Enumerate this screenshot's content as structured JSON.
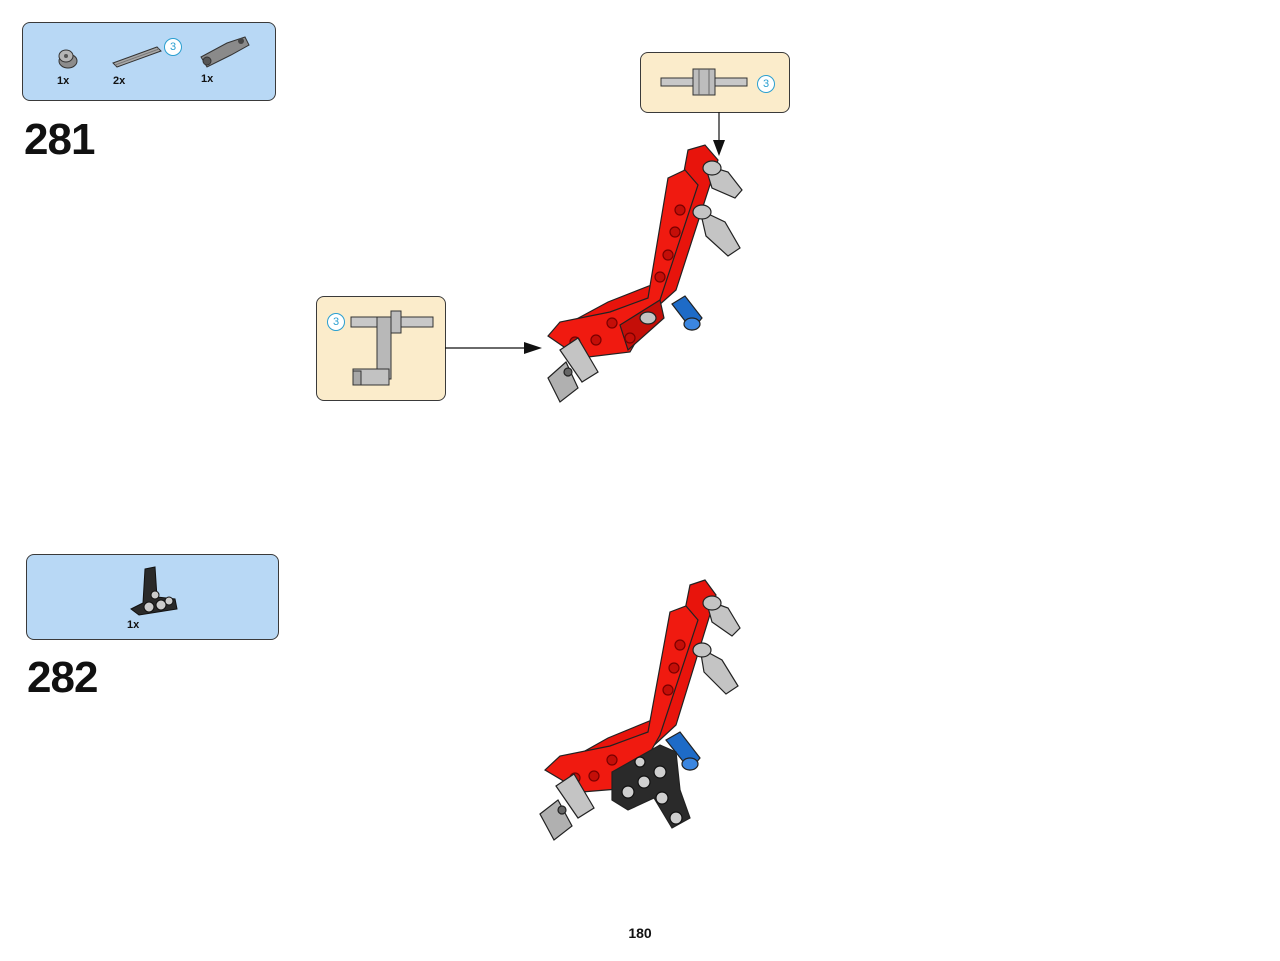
{
  "steps": [
    {
      "number": "281",
      "parts": [
        {
          "icon": "bush-icon",
          "qty": "1x",
          "color": "#9a9a9a"
        },
        {
          "icon": "axle-icon",
          "qty": "2x",
          "color": "#9a9a9a",
          "multiplier": "3"
        },
        {
          "icon": "connector-icon",
          "qty": "1x",
          "color": "#8a8a8a"
        }
      ],
      "callouts": [
        {
          "icon": "axle-with-bush-icon",
          "multiplier": "3"
        },
        {
          "icon": "crank-subassembly-icon",
          "multiplier": "3"
        }
      ]
    },
    {
      "number": "282",
      "parts": [
        {
          "icon": "t-beam-icon",
          "qty": "1x",
          "color": "#2a2a2a"
        }
      ]
    }
  ],
  "page_number": "180",
  "colors": {
    "parts_box": "#b8d8f5",
    "callout_box": "#fbeccb",
    "red_beam": "#e8140c",
    "blue_pin": "#1e6bc7",
    "light_gray": "#b8b8b8",
    "black_beam": "#2a2a2a"
  }
}
